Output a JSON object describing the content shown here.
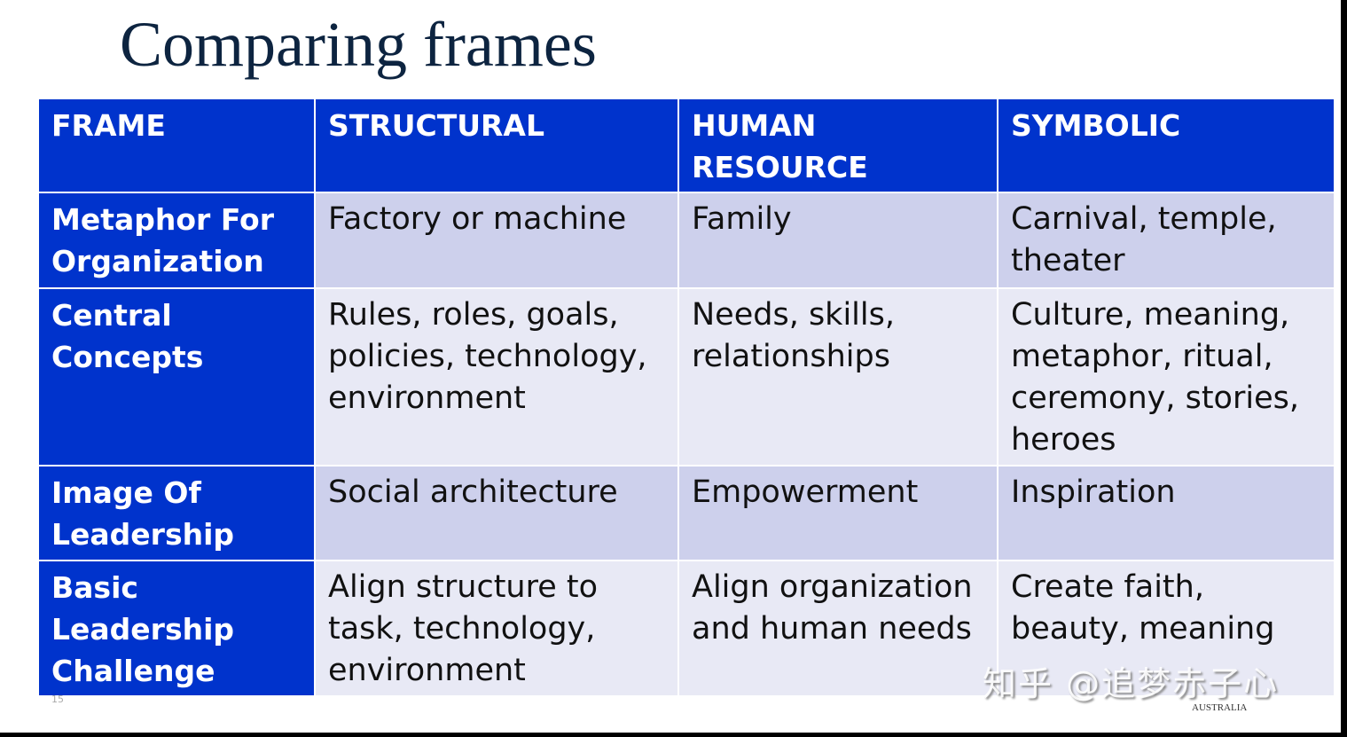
{
  "title": "Comparing frames",
  "table": {
    "headers": [
      "FRAME",
      "STRUCTURAL",
      "HUMAN RESOURCE",
      "SYMBOLIC"
    ],
    "rows": [
      {
        "label": "Metaphor For Organization",
        "cells": [
          "Factory or machine",
          "Family",
          "Carnival, temple, theater"
        ]
      },
      {
        "label": "Central Concepts",
        "cells": [
          "Rules, roles, goals, policies, technology, environment",
          "Needs, skills, relationships",
          "Culture, meaning, metaphor, ritual, ceremony, stories, heroes"
        ]
      },
      {
        "label": "Image Of Leadership",
        "cells": [
          "Social architecture",
          "Empowerment",
          "Inspiration"
        ]
      },
      {
        "label": "Basic Leadership Challenge",
        "cells": [
          "Align structure to task, technology, environment",
          "Align organization and human needs",
          "Create faith, beauty, meaning"
        ]
      }
    ]
  },
  "page_number": "15",
  "logo_text": "AUSTRALIA",
  "watermark": "知乎 @追梦赤子心",
  "colors": {
    "header_blue": "#0033cc",
    "row_odd": "#cdd0ec",
    "row_even": "#e8e9f5",
    "title": "#0d2440"
  }
}
